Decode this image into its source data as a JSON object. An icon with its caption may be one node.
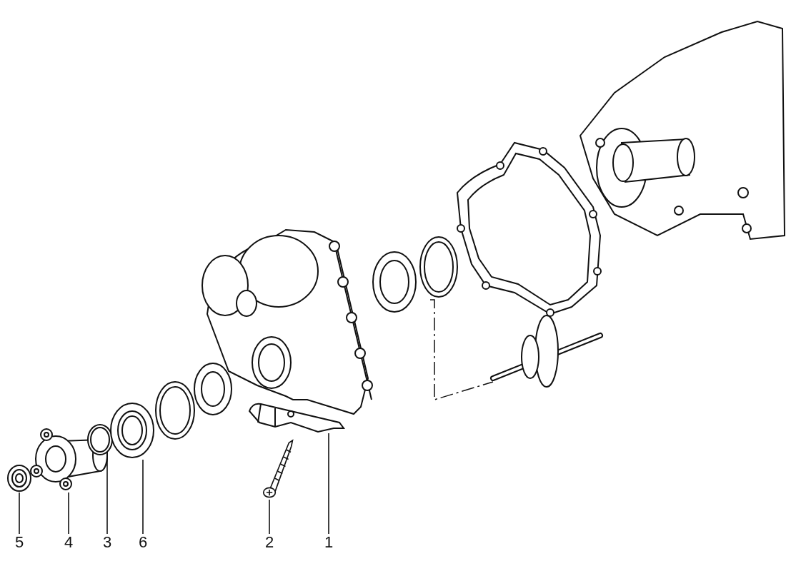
{
  "diagram": {
    "nodes": [
      {
        "text": [
          "5"
        ]
      },
      {
        "text": [
          "4"
        ]
      },
      {
        "text": [
          "3"
        ]
      },
      {
        "text": [
          "6"
        ]
      },
      {
        "text": [
          "2"
        ]
      },
      {
        "text": [
          "1"
        ]
      },
      {
        "text": [],
        "shape": "picture"
      },
      {
        "text": [],
        "shape": "picture"
      },
      {
        "text": [],
        "shape": "picture"
      },
      {
        "text": [],
        "shape": "picture"
      },
      {
        "text": [],
        "shape": "picture"
      },
      {
        "text": [],
        "shape": "picture"
      }
    ],
    "edges": [
      {
        "from": 0,
        "to": 6,
        "arrow": "none"
      },
      {
        "from": 1,
        "to": 7,
        "arrow": "none"
      },
      {
        "from": 2,
        "to": 8,
        "arrow": "none"
      },
      {
        "from": 3,
        "to": 9,
        "arrow": "none"
      },
      {
        "from": 4,
        "to": 10,
        "arrow": "none"
      },
      {
        "from": 5,
        "to": 11,
        "arrow": "none"
      }
    ]
  }
}
